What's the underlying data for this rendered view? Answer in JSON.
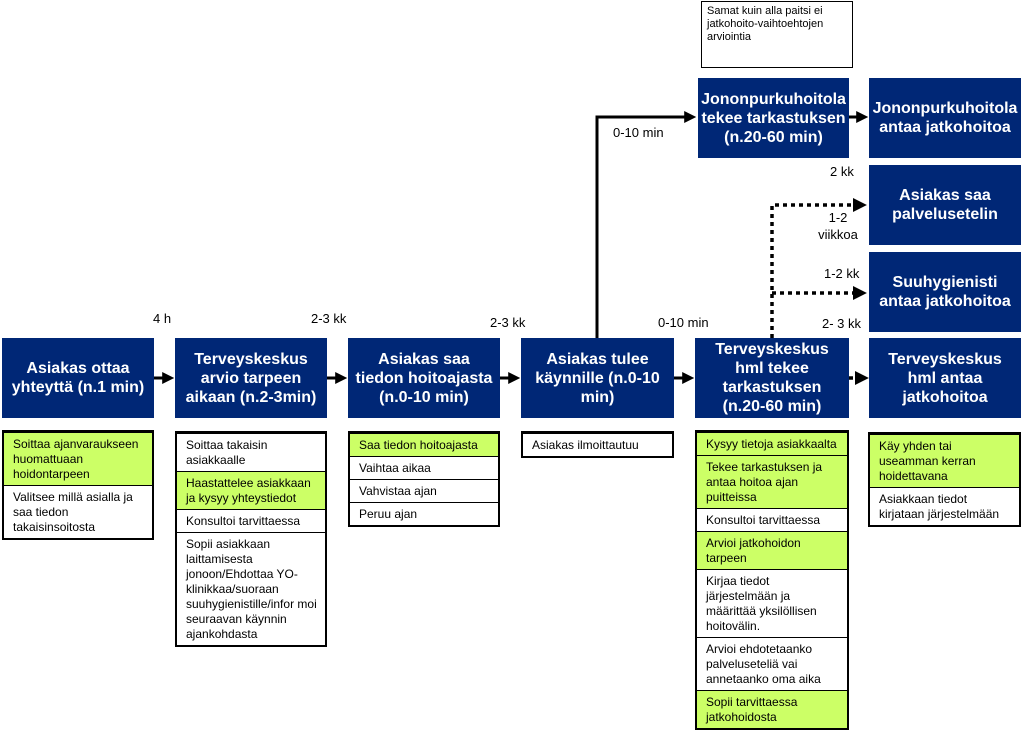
{
  "steps": [
    {
      "id": "s1",
      "title": "Asiakas ottaa yhteyttä (n.1 min)"
    },
    {
      "id": "s2",
      "title": "Terveyskeskus arvio tarpeen aikaan (n.2-3min)"
    },
    {
      "id": "s3",
      "title": "Asiakas saa tiedon hoitoajasta (n.0-10 min)"
    },
    {
      "id": "s4",
      "title": "Asiakas tulee käynnille (n.0-10 min)"
    },
    {
      "id": "s5",
      "title": "Terveyskeskus hml tekee tarkastuksen (n.20-60 min)"
    },
    {
      "id": "s6",
      "title": "Terveyskeskus hml antaa jatkohoitoa"
    },
    {
      "id": "q1",
      "title": "Jononpurkuhoitola tekee tarkastuksen (n.20-60 min)"
    },
    {
      "id": "q2",
      "title": "Jononpurkuhoitola antaa jatkohoitoa"
    },
    {
      "id": "o1",
      "title": "Asiakas saa palvelusetelin"
    },
    {
      "id": "o2",
      "title": "Suuhygienisti antaa jatkohoitoa"
    }
  ],
  "durations": {
    "d1": "4 h",
    "d2": "2-3 kk",
    "d3": "2-3 kk",
    "d4": "0-10 min",
    "d5": "2- 3 kk",
    "q": "0-10 min",
    "o1a": "2 kk",
    "o1b": "1-2 viikkoa",
    "o2": "1-2 kk"
  },
  "note": "Samat kuin alla paitsi ei jatkohoito-vaihtoehtojen arviointia",
  "tasks": {
    "s1": [
      {
        "text": "Soittaa ajanvaraukseen huomattuaan hoidontarpeen",
        "highlight": true
      },
      {
        "text": "Valitsee millä asialla ja saa tiedon takaisinsoitosta",
        "highlight": false
      }
    ],
    "s2": [
      {
        "text": "Soittaa takaisin asiakkaalle",
        "highlight": false
      },
      {
        "text": "Haastattelee asiakkaan ja kysyy yhteystiedot",
        "highlight": true
      },
      {
        "text": "Konsultoi tarvittaessa",
        "highlight": false
      },
      {
        "text": "Sopii asiakkaan laittamisesta jonoon/Ehdottaa YO-klinikkaa/suoraan suuhygienistille/infor moi seuraavan käynnin ajankohdasta",
        "highlight": false
      }
    ],
    "s3": [
      {
        "text": "Saa tiedon hoitoajasta",
        "highlight": true
      },
      {
        "text": "Vaihtaa aikaa",
        "highlight": false
      },
      {
        "text": "Vahvistaa ajan",
        "highlight": false
      },
      {
        "text": "Peruu ajan",
        "highlight": false
      }
    ],
    "s4": [
      {
        "text": "Asiakas ilmoittautuu",
        "highlight": false
      }
    ],
    "s5": [
      {
        "text": "Kysyy tietoja asiakkaalta",
        "highlight": true
      },
      {
        "text": "Tekee tarkastuksen ja antaa hoitoa ajan puitteissa",
        "highlight": true
      },
      {
        "text": "Konsultoi tarvittaessa",
        "highlight": false
      },
      {
        "text": "Arvioi jatkohoidon tarpeen",
        "highlight": true
      },
      {
        "text": "Kirjaa tiedot järjestelmään ja määrittää yksilöllisen hoitovälin.",
        "highlight": false
      },
      {
        "text": "Arvioi ehdotetaanko palveluseteliä vai annetaanko oma aika",
        "highlight": false
      },
      {
        "text": "Sopii tarvittaessa jatkohoidosta",
        "highlight": true
      }
    ],
    "s6": [
      {
        "text": "Käy yhden tai useamman kerran hoidettavana",
        "highlight": true
      },
      {
        "text": "Asiakkaan tiedot kirjataan järjestelmään",
        "highlight": false
      }
    ]
  },
  "colors": {
    "box": "#002776",
    "highlight": "#ccff66",
    "line": "#000000"
  }
}
